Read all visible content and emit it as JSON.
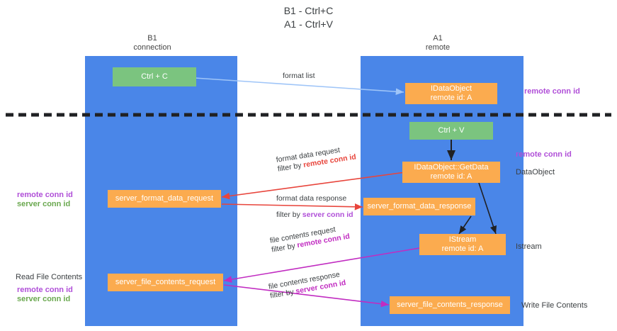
{
  "title": {
    "line1": "B1 - Ctrl+C",
    "line2": "A1 - Ctrl+V"
  },
  "lanes": [
    {
      "id": "b1",
      "title": "B1",
      "subtitle": "connection",
      "color": "#4a86e8"
    },
    {
      "id": "a1",
      "title": "A1",
      "subtitle": "remote",
      "color": "#4a86e8"
    }
  ],
  "boxes": {
    "ctrl_c": {
      "label": "Ctrl + C",
      "color": "#7bc47f"
    },
    "idataobject": {
      "label": "IDataObject",
      "sub": "remote id: A",
      "color": "#fbab4f"
    },
    "ctrl_v": {
      "label": "Ctrl + V",
      "color": "#7bc47f"
    },
    "getdata": {
      "label": "IDataObject::GetData",
      "sub": "remote id: A",
      "color": "#fbab4f"
    },
    "server_format_data_request": {
      "label": "server_format_data_request",
      "color": "#fbab4f"
    },
    "server_format_data_response": {
      "label": "server_format_data_response",
      "color": "#fbab4f"
    },
    "istream": {
      "label": "IStream",
      "sub": "remote id: A",
      "color": "#fbab4f"
    },
    "server_file_contents_request": {
      "label": "server_file_contents_request",
      "color": "#fbab4f"
    },
    "server_file_contents_response": {
      "label": "server_file_contents_response",
      "color": "#fbab4f"
    }
  },
  "edges": {
    "format_list": {
      "label": "format list",
      "color": "#9fc5f8"
    },
    "format_data_request": {
      "label": "format data request",
      "filter_prefix": "filter by ",
      "filter_value": "remote conn id",
      "color": "#e8453c"
    },
    "format_data_response": {
      "label": "format data response",
      "filter_prefix": "filter by ",
      "filter_value": "server conn id",
      "color": "#e8453c"
    },
    "file_contents_request": {
      "label": "file contents request",
      "filter_prefix": "filter by ",
      "filter_value": "remote conn id",
      "color": "#c12cc1"
    },
    "file_contents_response": {
      "label": "file contents response",
      "filter_prefix": "filter by ",
      "filter_value": "server conn id",
      "color": "#c12cc1"
    }
  },
  "annotations": {
    "right_remote_conn_id_top": "remote conn id",
    "right_remote_conn_id_mid": "remote conn id",
    "right_dataobject": "DataObject",
    "right_istream": "Istream",
    "right_write_file_contents": "Write File Contents",
    "left_remote_conn_id_mid": "remote conn id",
    "left_server_conn_id_mid": "server conn id",
    "left_read_file_contents": "Read File Contents",
    "left_remote_conn_id_bottom": "remote conn id",
    "left_server_conn_id_bottom": "server conn id"
  },
  "colors": {
    "lane": "#4a86e8",
    "green_box": "#7bc47f",
    "orange_box": "#fbab4f",
    "purple": "#b04fd8",
    "green_text": "#6aa84f",
    "red_arrow": "#e8453c",
    "magenta_arrow": "#c12cc1",
    "light_blue_arrow": "#9fc5f8",
    "divider": "#202124"
  }
}
